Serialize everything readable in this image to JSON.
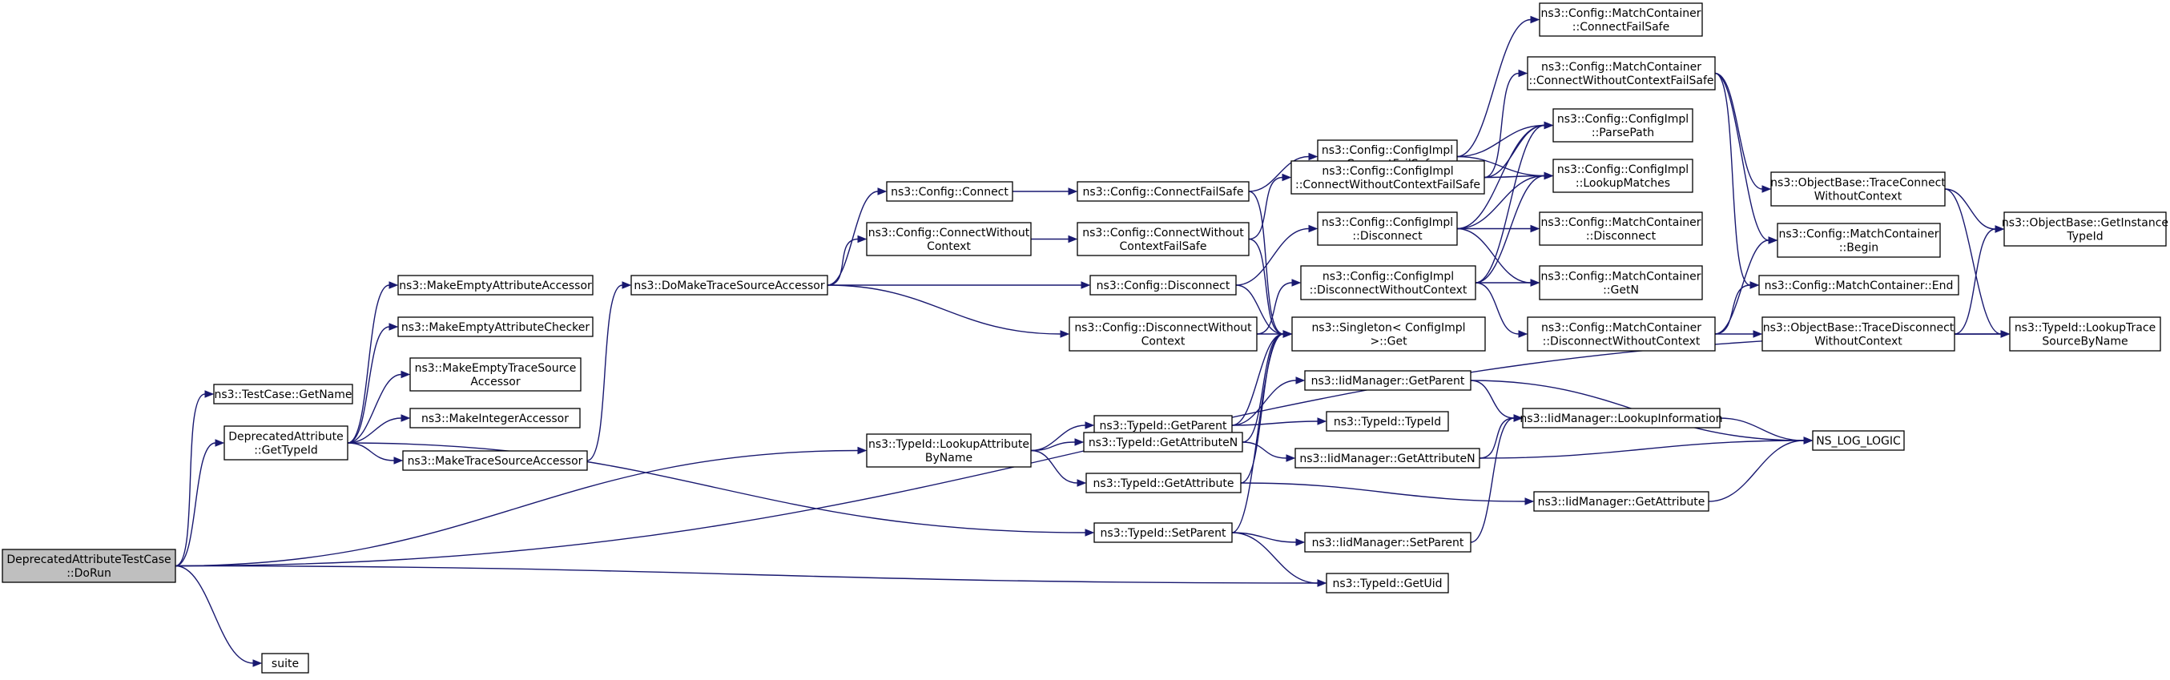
{
  "nodes": [
    {
      "id": "root",
      "lines": [
        "DeprecatedAttributeTestCase",
        "::DoRun"
      ],
      "root": true
    },
    {
      "id": "testcase_getname",
      "lines": [
        "ns3::TestCase::GetName"
      ]
    },
    {
      "id": "dep_gettypeid",
      "lines": [
        "DeprecatedAttribute",
        "::GetTypeId"
      ]
    },
    {
      "id": "suite",
      "lines": [
        "suite"
      ]
    },
    {
      "id": "make_empty_attr_accessor",
      "lines": [
        "ns3::MakeEmptyAttributeAccessor"
      ]
    },
    {
      "id": "make_empty_attr_checker",
      "lines": [
        "ns3::MakeEmptyAttributeChecker"
      ]
    },
    {
      "id": "make_empty_trace_accessor",
      "lines": [
        "ns3::MakeEmptyTraceSource",
        "Accessor"
      ]
    },
    {
      "id": "make_integer_accessor",
      "lines": [
        "ns3::MakeIntegerAccessor"
      ]
    },
    {
      "id": "make_trace_accessor",
      "lines": [
        "ns3::MakeTraceSourceAccessor"
      ]
    },
    {
      "id": "do_make_trace_accessor",
      "lines": [
        "ns3::DoMakeTraceSourceAccessor"
      ]
    },
    {
      "id": "config_connect",
      "lines": [
        "ns3::Config::Connect"
      ]
    },
    {
      "id": "config_connect_without_ctx",
      "lines": [
        "ns3::Config::ConnectWithout",
        "Context"
      ]
    },
    {
      "id": "config_connect_failsafe",
      "lines": [
        "ns3::Config::ConnectFailSafe"
      ]
    },
    {
      "id": "config_connect_without_ctx_fs",
      "lines": [
        "ns3::Config::ConnectWithout",
        "ContextFailSafe"
      ]
    },
    {
      "id": "config_disconnect",
      "lines": [
        "ns3::Config::Disconnect"
      ]
    },
    {
      "id": "config_disconnect_without_ctx",
      "lines": [
        "ns3::Config::DisconnectWithout",
        "Context"
      ]
    },
    {
      "id": "typeid_lookup_attr",
      "lines": [
        "ns3::TypeId::LookupAttribute",
        "ByName"
      ]
    },
    {
      "id": "typeid_getparent",
      "lines": [
        "ns3::TypeId::GetParent"
      ]
    },
    {
      "id": "typeid_getattributen",
      "lines": [
        "ns3::TypeId::GetAttributeN"
      ]
    },
    {
      "id": "typeid_getattribute",
      "lines": [
        "ns3::TypeId::GetAttribute"
      ]
    },
    {
      "id": "typeid_setparent",
      "lines": [
        "ns3::TypeId::SetParent"
      ]
    },
    {
      "id": "typeid_getuid",
      "lines": [
        "ns3::TypeId::GetUid"
      ]
    },
    {
      "id": "impl_connect_failsafe",
      "lines": [
        "ns3::Config::ConfigImpl",
        "::ConnectFailSafe"
      ]
    },
    {
      "id": "impl_connect_without_ctx_fs",
      "lines": [
        "ns3::Config::ConfigImpl",
        "::ConnectWithoutContextFailSafe"
      ]
    },
    {
      "id": "impl_disconnect",
      "lines": [
        "ns3::Config::ConfigImpl",
        "::Disconnect"
      ]
    },
    {
      "id": "impl_disconnect_without_ctx",
      "lines": [
        "ns3::Config::ConfigImpl",
        "::DisconnectWithoutContext"
      ]
    },
    {
      "id": "singleton_get",
      "lines": [
        "ns3::Singleton< ConfigImpl",
        ">::Get"
      ]
    },
    {
      "id": "iid_getparent",
      "lines": [
        "ns3::IidManager::GetParent"
      ]
    },
    {
      "id": "typeid_typeid",
      "lines": [
        "ns3::TypeId::TypeId"
      ]
    },
    {
      "id": "iid_getattributen",
      "lines": [
        "ns3::IidManager::GetAttributeN"
      ]
    },
    {
      "id": "iid_setparent",
      "lines": [
        "ns3::IidManager::SetParent"
      ]
    },
    {
      "id": "mc_connect_failsafe",
      "lines": [
        "ns3::Config::MatchContainer",
        "::ConnectFailSafe"
      ]
    },
    {
      "id": "mc_connect_without_ctx_fs",
      "lines": [
        "ns3::Config::MatchContainer",
        "::ConnectWithoutContextFailSafe"
      ]
    },
    {
      "id": "impl_parsepath",
      "lines": [
        "ns3::Config::ConfigImpl",
        "::ParsePath"
      ]
    },
    {
      "id": "impl_lookupmatches",
      "lines": [
        "ns3::Config::ConfigImpl",
        "::LookupMatches"
      ]
    },
    {
      "id": "mc_disconnect",
      "lines": [
        "ns3::Config::MatchContainer",
        "::Disconnect"
      ]
    },
    {
      "id": "mc_getn",
      "lines": [
        "ns3::Config::MatchContainer",
        "::GetN"
      ]
    },
    {
      "id": "mc_disconnect_without_ctx",
      "lines": [
        "ns3::Config::MatchContainer",
        "::DisconnectWithoutContext"
      ]
    },
    {
      "id": "iid_lookupinfo",
      "lines": [
        "ns3::IidManager::LookupInformation"
      ]
    },
    {
      "id": "iid_getattribute",
      "lines": [
        "ns3::IidManager::GetAttribute"
      ]
    },
    {
      "id": "ob_traceconnect",
      "lines": [
        "ns3::ObjectBase::TraceConnect",
        "WithoutContext"
      ]
    },
    {
      "id": "mc_begin",
      "lines": [
        "ns3::Config::MatchContainer",
        "::Begin"
      ]
    },
    {
      "id": "mc_end",
      "lines": [
        "ns3::Config::MatchContainer::End"
      ]
    },
    {
      "id": "ob_tracedisconnect",
      "lines": [
        "ns3::ObjectBase::TraceDisconnect",
        "WithoutContext"
      ]
    },
    {
      "id": "ns_log_logic",
      "lines": [
        "NS_LOG_LOGIC"
      ]
    },
    {
      "id": "ob_getinstancetypeid",
      "lines": [
        "ns3::ObjectBase::GetInstance",
        "TypeId"
      ]
    },
    {
      "id": "typeid_lookuptrace",
      "lines": [
        "ns3::TypeId::LookupTrace",
        "SourceByName"
      ]
    }
  ],
  "edges": [
    [
      "root",
      "testcase_getname"
    ],
    [
      "root",
      "dep_gettypeid"
    ],
    [
      "root",
      "typeid_lookup_attr"
    ],
    [
      "root",
      "typeid_getuid"
    ],
    [
      "root",
      "typeid_lookuptrace"
    ],
    [
      "root",
      "suite"
    ],
    [
      "dep_gettypeid",
      "make_empty_attr_accessor"
    ],
    [
      "dep_gettypeid",
      "make_empty_attr_checker"
    ],
    [
      "dep_gettypeid",
      "make_empty_trace_accessor"
    ],
    [
      "dep_gettypeid",
      "make_integer_accessor"
    ],
    [
      "dep_gettypeid",
      "make_trace_accessor"
    ],
    [
      "dep_gettypeid",
      "typeid_setparent"
    ],
    [
      "make_trace_accessor",
      "do_make_trace_accessor"
    ],
    [
      "do_make_trace_accessor",
      "config_connect"
    ],
    [
      "do_make_trace_accessor",
      "config_connect_without_ctx"
    ],
    [
      "do_make_trace_accessor",
      "config_disconnect"
    ],
    [
      "do_make_trace_accessor",
      "config_disconnect_without_ctx"
    ],
    [
      "config_connect",
      "config_connect_failsafe"
    ],
    [
      "config_connect_without_ctx",
      "config_connect_without_ctx_fs"
    ],
    [
      "config_connect_failsafe",
      "impl_connect_failsafe"
    ],
    [
      "config_connect_failsafe",
      "singleton_get"
    ],
    [
      "config_connect_without_ctx_fs",
      "impl_connect_without_ctx_fs"
    ],
    [
      "config_connect_without_ctx_fs",
      "singleton_get"
    ],
    [
      "config_disconnect",
      "impl_disconnect"
    ],
    [
      "config_disconnect",
      "singleton_get"
    ],
    [
      "config_disconnect_without_ctx",
      "impl_disconnect_without_ctx"
    ],
    [
      "config_disconnect_without_ctx",
      "singleton_get"
    ],
    [
      "typeid_lookup_attr",
      "typeid_getparent"
    ],
    [
      "typeid_lookup_attr",
      "typeid_getattributen"
    ],
    [
      "typeid_lookup_attr",
      "typeid_getattribute"
    ],
    [
      "typeid_getparent",
      "singleton_get"
    ],
    [
      "typeid_getparent",
      "iid_getparent"
    ],
    [
      "typeid_getparent",
      "typeid_typeid"
    ],
    [
      "typeid_getattributen",
      "singleton_get"
    ],
    [
      "typeid_getattributen",
      "iid_getattributen"
    ],
    [
      "typeid_getattribute",
      "singleton_get"
    ],
    [
      "typeid_getattribute",
      "iid_getattribute"
    ],
    [
      "typeid_setparent",
      "singleton_get"
    ],
    [
      "typeid_setparent",
      "iid_setparent"
    ],
    [
      "typeid_setparent",
      "typeid_getuid"
    ],
    [
      "impl_connect_failsafe",
      "mc_connect_failsafe"
    ],
    [
      "impl_connect_failsafe",
      "impl_parsepath"
    ],
    [
      "impl_connect_failsafe",
      "impl_lookupmatches"
    ],
    [
      "impl_connect_without_ctx_fs",
      "mc_connect_without_ctx_fs"
    ],
    [
      "impl_connect_without_ctx_fs",
      "impl_parsepath"
    ],
    [
      "impl_connect_without_ctx_fs",
      "impl_lookupmatches"
    ],
    [
      "impl_disconnect",
      "impl_parsepath"
    ],
    [
      "impl_disconnect",
      "impl_lookupmatches"
    ],
    [
      "impl_disconnect",
      "mc_disconnect"
    ],
    [
      "impl_disconnect",
      "mc_getn"
    ],
    [
      "impl_disconnect_without_ctx",
      "impl_parsepath"
    ],
    [
      "impl_disconnect_without_ctx",
      "impl_lookupmatches"
    ],
    [
      "impl_disconnect_without_ctx",
      "mc_getn"
    ],
    [
      "impl_disconnect_without_ctx",
      "mc_disconnect_without_ctx"
    ],
    [
      "iid_getparent",
      "iid_lookupinfo"
    ],
    [
      "iid_getparent",
      "ns_log_logic"
    ],
    [
      "iid_getattributen",
      "iid_lookupinfo"
    ],
    [
      "iid_getattributen",
      "ns_log_logic"
    ],
    [
      "iid_getattribute",
      "ns_log_logic"
    ],
    [
      "iid_setparent",
      "iid_lookupinfo"
    ],
    [
      "iid_lookupinfo",
      "ns_log_logic"
    ],
    [
      "mc_connect_without_ctx_fs",
      "ob_traceconnect"
    ],
    [
      "mc_connect_without_ctx_fs",
      "mc_begin"
    ],
    [
      "mc_connect_without_ctx_fs",
      "mc_end"
    ],
    [
      "mc_disconnect_without_ctx",
      "mc_begin"
    ],
    [
      "mc_disconnect_without_ctx",
      "mc_end"
    ],
    [
      "mc_disconnect_without_ctx",
      "ob_tracedisconnect"
    ],
    [
      "ob_traceconnect",
      "ob_getinstancetypeid"
    ],
    [
      "ob_traceconnect",
      "typeid_lookuptrace"
    ],
    [
      "ob_tracedisconnect",
      "ob_getinstancetypeid"
    ],
    [
      "ob_tracedisconnect",
      "typeid_lookuptrace"
    ]
  ]
}
